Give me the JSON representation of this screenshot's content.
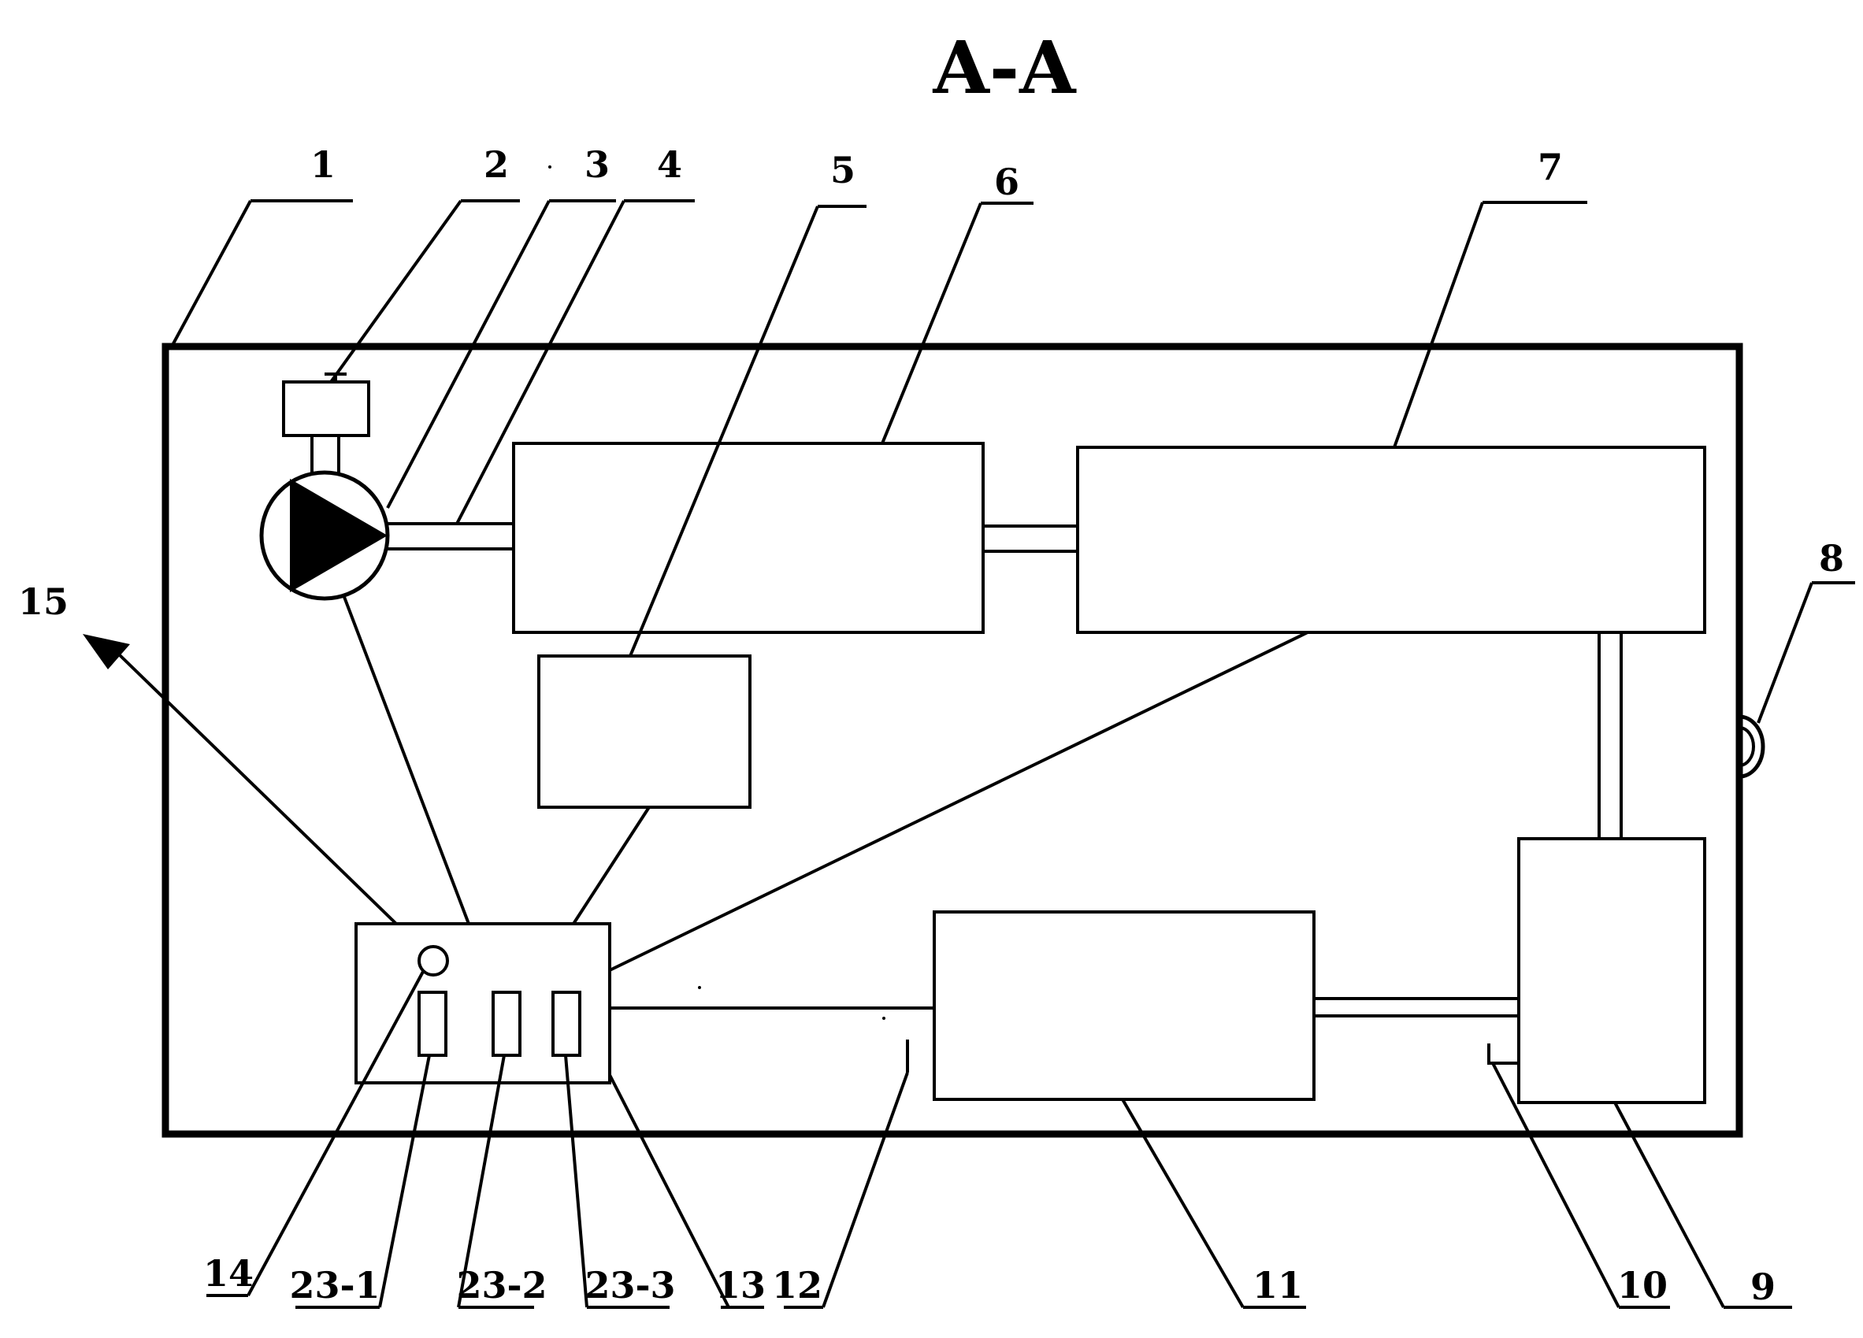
{
  "title": "A-A",
  "labels": {
    "l1": "1",
    "l2": "2",
    "l3": "3",
    "l4": "4",
    "l5": "5",
    "l6": "6",
    "l7": "7",
    "l8": "8",
    "l9": "9",
    "l10": "10",
    "l11": "11",
    "l12": "12",
    "l13": "13",
    "l14": "14",
    "l15": "15",
    "l23_1": "23-1",
    "l23_2": "23-2",
    "l23_3": "23-3"
  }
}
